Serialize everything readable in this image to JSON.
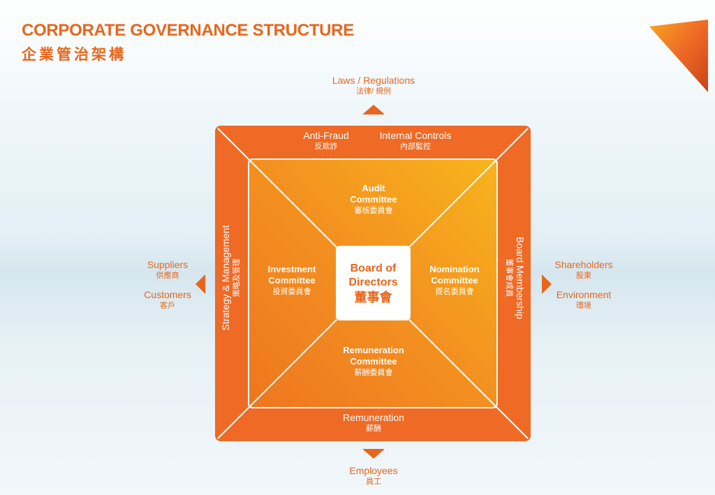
{
  "header": {
    "title_en": "CORPORATE GOVERNANCE STRUCTURE",
    "title_zh": "企業管治架構"
  },
  "external": {
    "top": {
      "en": "Laws / Regulations",
      "zh": "法律/ 規例"
    },
    "bottom": {
      "en": "Employees",
      "zh": "員工"
    },
    "left_1": {
      "en": "Suppliers",
      "zh": "供應商"
    },
    "left_2": {
      "en": "Customers",
      "zh": "客戶"
    },
    "right_1": {
      "en": "Shareholders",
      "zh": "股東"
    },
    "right_2": {
      "en": "Environment",
      "zh": "環境"
    }
  },
  "bands": {
    "top_left": {
      "en": "Anti-Fraud",
      "zh": "反欺詐"
    },
    "top_right": {
      "en": "Internal Controls",
      "zh": "內部監控"
    },
    "bottom": {
      "en": "Remuneration",
      "zh": "薪酬"
    },
    "left": {
      "en": "Strategy & Management",
      "zh": "策略及管理"
    },
    "right": {
      "en": "Board Membership",
      "zh": "董事會成員"
    }
  },
  "committees": {
    "audit": {
      "line1": "Audit",
      "line2": "Committee",
      "zh": "審核委員會"
    },
    "investment": {
      "line1": "Investment",
      "line2": "Committee",
      "zh": "投資委員會"
    },
    "nomination": {
      "line1": "Nomination",
      "line2": "Committee",
      "zh": "提名委員會"
    },
    "remuneration": {
      "line1": "Remuneration",
      "line2": "Committee",
      "zh": "薪酬委員會"
    }
  },
  "board": {
    "line1": "Board of",
    "line2": "Directors",
    "zh": "董事會"
  },
  "colors": {
    "accent": "#e8661b",
    "outer": "#ee6a25",
    "inner_light": "#f8b41c",
    "inner_dark": "#f17c1f"
  }
}
